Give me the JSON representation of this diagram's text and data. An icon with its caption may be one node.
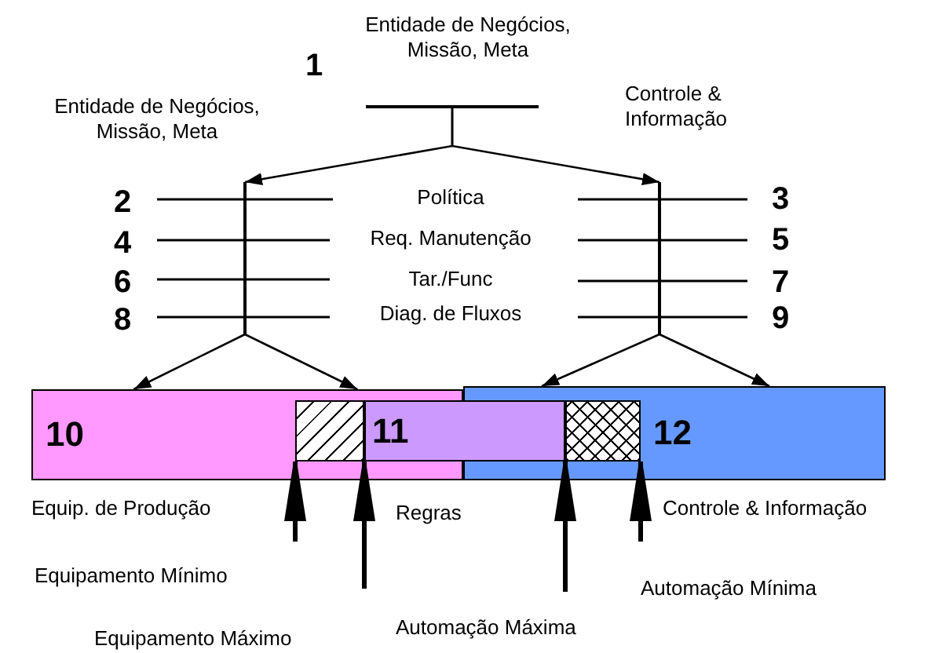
{
  "diagram": {
    "nodes": [
      {
        "text": [],
        "shape": "bar"
      },
      {
        "text": [],
        "shape": "bar"
      },
      {
        "text": [],
        "shape": "bar"
      },
      {
        "text": [
          "10"
        ]
      },
      {
        "text": [],
        "shape": "box",
        "in": 3
      },
      {
        "text": [
          "11"
        ]
      },
      {
        "text": [],
        "shape": "box",
        "in": 7
      },
      {
        "text": [
          "12"
        ]
      }
    ],
    "edges": [
      {
        "from": 0,
        "to": 1,
        "arrow": "to"
      },
      {
        "from": 0,
        "to": 2,
        "arrow": "to"
      },
      {
        "from": 1,
        "to": 3,
        "arrow": "to"
      },
      {
        "from": 1,
        "to": 3,
        "arrow": "to"
      },
      {
        "from": 2,
        "to": 7,
        "arrow": "to"
      },
      {
        "from": 2,
        "to": 7,
        "arrow": "to"
      },
      {
        "from": null,
        "to": 4,
        "arrow": "to",
        "style": "thick"
      },
      {
        "from": null,
        "to": 4,
        "arrow": "to",
        "style": "thick"
      },
      {
        "from": null,
        "to": 6,
        "arrow": "to",
        "style": "thick"
      },
      {
        "from": null,
        "to": 6,
        "arrow": "to",
        "style": "thick"
      }
    ],
    "labels": [
      "Entidade de Negócios, Missão, Meta",
      "1",
      "Entidade de Negócios, Missão, Meta",
      "Controle & Informação",
      "2",
      "Política",
      "3",
      "4",
      "Req. Manutenção",
      "5",
      "6",
      "Tar./Func",
      "7",
      "8",
      "Diag. de Fluxos",
      "9",
      "Equip. de Produção",
      "Regras",
      "Controle & Informação",
      "Equipamento Mínimo",
      "Automação Mínima",
      "Automação Máxima",
      "Equipamento Máximo"
    ]
  }
}
